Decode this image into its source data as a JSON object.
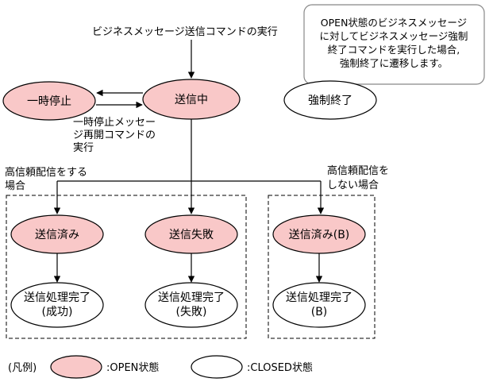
{
  "colors": {
    "open_fill": "#f9c8c8",
    "closed_fill": "#ffffff",
    "stroke": "#000000",
    "note_stroke": "#888888"
  },
  "top_command": "ビジネスメッセージ送信コマンドの実行",
  "note": {
    "lines": [
      "OPEN状態のビジネスメッセージ",
      "に対してビジネスメッセージ強制",
      "終了コマンドを実行した場合,",
      "強制終了に遷移します。"
    ]
  },
  "states": {
    "suspended": "一時停止",
    "sending": "送信中",
    "force_end": "強制終了",
    "sent": "送信済み",
    "failed": "送信失敗",
    "sent_b": "送信済み(B)",
    "done_success": [
      "送信処理完了",
      "(成功)"
    ],
    "done_fail": [
      "送信処理完了",
      "(失敗)"
    ],
    "done_b": [
      "送信処理完了",
      "(B)"
    ]
  },
  "resume_command": [
    "一時停止メッセー",
    "ジ再開コマンドの",
    "実行"
  ],
  "branch_reliable": [
    "高信頼配信をする",
    "場合"
  ],
  "branch_unreliable": [
    "高信頼配信を",
    "しない場合"
  ],
  "legend": {
    "title": "(凡例)",
    "open": ":OPEN状態",
    "closed": ":CLOSED状態"
  }
}
